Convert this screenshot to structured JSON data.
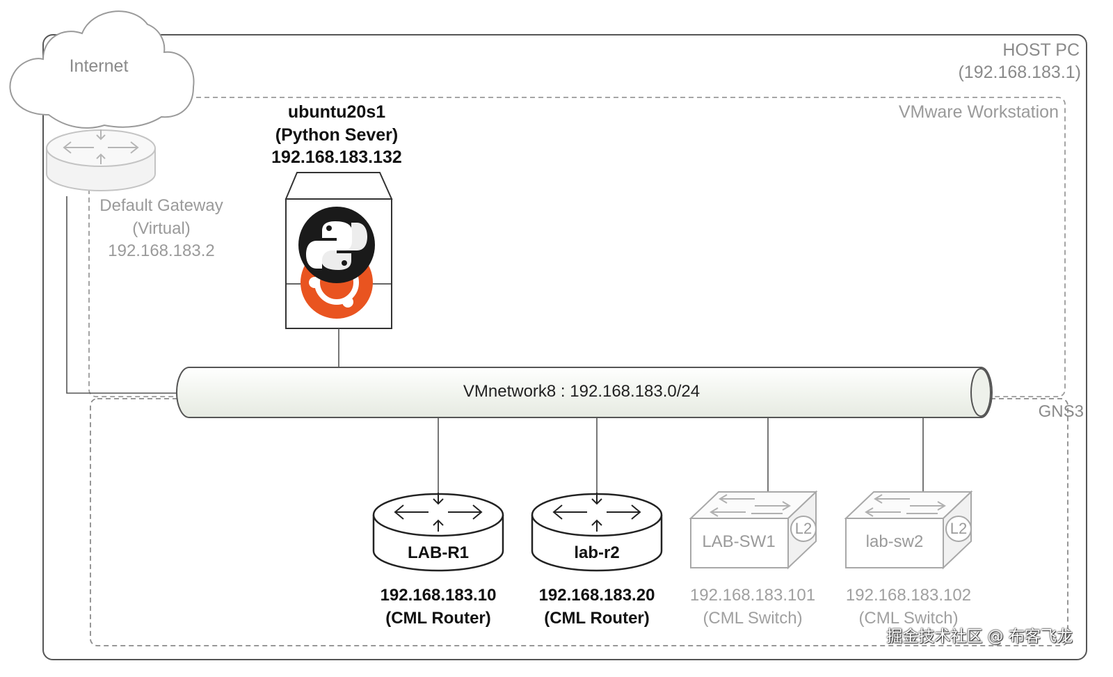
{
  "host_pc": {
    "name": "HOST PC",
    "ip": "(192.168.183.1)"
  },
  "vmware": {
    "label": "VMware Workstation"
  },
  "gns3": {
    "label": "GNS3"
  },
  "internet": {
    "label": "Internet"
  },
  "gateway": {
    "name": "Default Gateway",
    "type": "(Virtual)",
    "ip": "192.168.183.2"
  },
  "server": {
    "name": "ubuntu20s1",
    "role": "(Python Sever)",
    "ip": "192.168.183.132"
  },
  "network": {
    "label": "VMnetwork8 : 192.168.183.0/24"
  },
  "devices": [
    {
      "name": "LAB-R1",
      "ip": "192.168.183.10",
      "role": "(CML Router)"
    },
    {
      "name": "lab-r2",
      "ip": "192.168.183.20",
      "role": "(CML Router)"
    },
    {
      "name": "LAB-SW1",
      "ip": "192.168.183.101",
      "role": "(CML Switch)",
      "badge": "L2"
    },
    {
      "name": "lab-sw2",
      "ip": "192.168.183.102",
      "role": "(CML Switch)",
      "badge": "L2"
    }
  ],
  "watermark": "掘金技术社区 @ 布客飞龙",
  "colors": {
    "line": "#555555",
    "dim": "#9a9a9a",
    "pipe_fill": "#f5f7f3",
    "ubuntu": "#e95420",
    "python_bg": "#1a1a1a"
  }
}
